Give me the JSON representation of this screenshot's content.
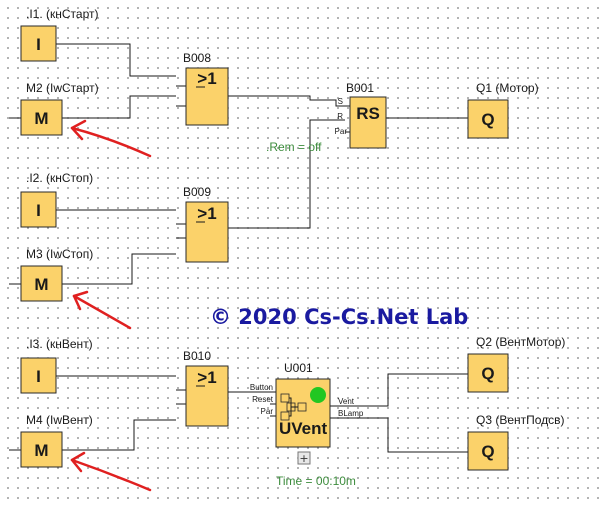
{
  "inputs": {
    "i1": {
      "label": ".I1. (кнСтарт)",
      "symbol": "I"
    },
    "m2": {
      "label": "M2  (IwСтарт)",
      "symbol": "M"
    },
    "i2": {
      "label": ".I2. (кнСтоп)",
      "symbol": "I"
    },
    "m3": {
      "label": "M3  (IwСтоп)",
      "symbol": "M"
    },
    "i3": {
      "label": ".I3. (кнВент)",
      "symbol": "I"
    },
    "m4": {
      "label": "M4  (IwВент)",
      "symbol": "M"
    }
  },
  "gates": {
    "b008": {
      "label": "B008",
      "symbol": ">1"
    },
    "b009": {
      "label": "B009",
      "symbol": ">1"
    },
    "b010": {
      "label": "B010",
      "symbol": ">1"
    }
  },
  "rs": {
    "label": "B001",
    "symbol": "RS",
    "pins": {
      "s": "S",
      "r": "R",
      "par": "Par"
    },
    "param": ".Rem = off"
  },
  "udf": {
    "label": "U001",
    "name": "UVent",
    "pins": {
      "button": "Button",
      "reset": "Reset",
      "par": "Par",
      "vent": "Vent",
      "blamp": "BLamp"
    },
    "expand": "+",
    "param": "Time = 00:10m"
  },
  "outputs": {
    "q1": {
      "label": "Q1 (Мотор)",
      "symbol": "Q"
    },
    "q2": {
      "label": "Q2 (ВентМотор)",
      "symbol": "Q"
    },
    "q3": {
      "label": "Q3 (ВентПодсв)",
      "symbol": "Q"
    }
  },
  "watermark": "© 2020 Cs-Cs.Net Lab",
  "colors": {
    "block": "#fbd26a",
    "status_led": "#22c722",
    "arrow": "#e02020",
    "watermark": "#1a1aa0"
  }
}
